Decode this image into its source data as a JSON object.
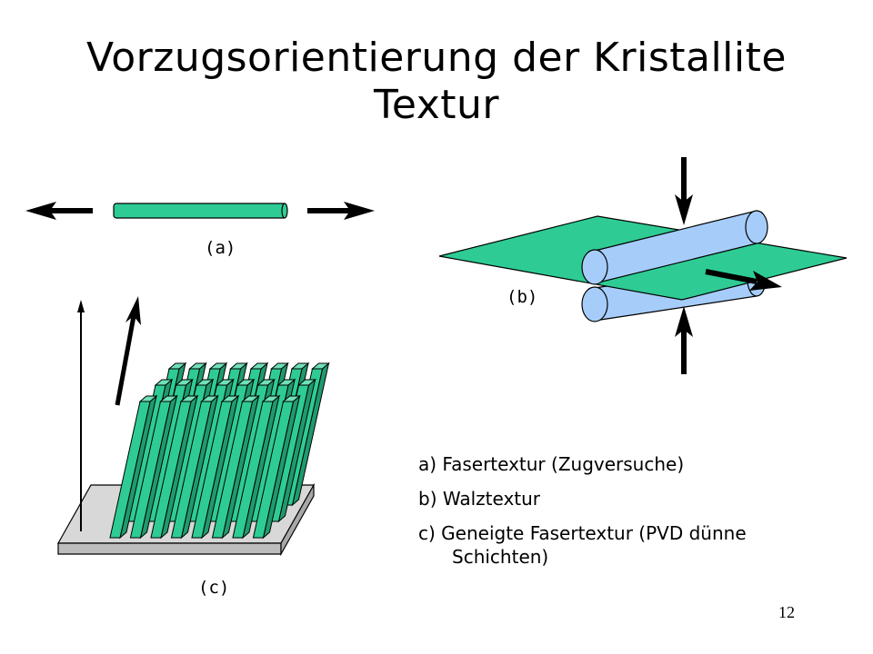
{
  "title": {
    "line1": "Vorzugsorientierung der Kristallite",
    "line2": "Textur"
  },
  "labels": {
    "a": "(a)",
    "b": "(b)",
    "c": "(c)"
  },
  "legend": {
    "a": "a) Fasertextur (Zugversuche)",
    "b": "b) Walztextur",
    "c_line1": "c) Geneigte Fasertextur (PVD dünne",
    "c_line2": "Schichten)"
  },
  "page_number": "12",
  "colors": {
    "crystal_green": "#2ecc94",
    "roller_blue": "#a6cdfa",
    "substrate_gray": "#c4c4c4",
    "arrow": "#000000"
  }
}
